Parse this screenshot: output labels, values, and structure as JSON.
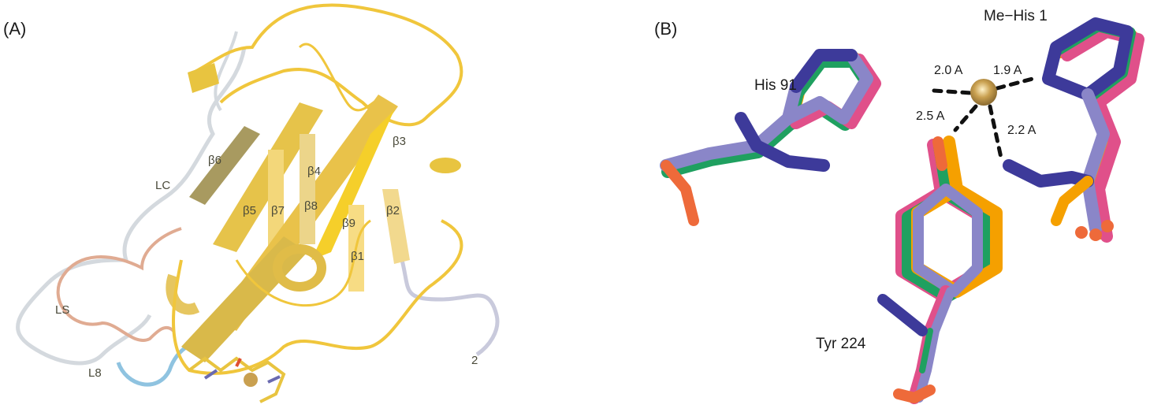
{
  "panel_a": {
    "label": "(A)",
    "strand_labels": [
      "β1",
      "β2",
      "β3",
      "β4",
      "β5",
      "β6",
      "β7",
      "β8",
      "β9"
    ],
    "loop_labels": {
      "lc": "LC",
      "ls": "LS",
      "l8": "L8"
    },
    "cut_label": "2"
  },
  "panel_b": {
    "label": "(B)",
    "residues": {
      "his91": "His 91",
      "mehis1": "Me−His 1",
      "tyr224": "Tyr 224"
    },
    "distances": {
      "d1": "2.0 A",
      "d2": "1.9 A",
      "d3": "2.5 A",
      "d4": "2.2 A"
    }
  },
  "colors": {
    "strand": "#f2cc4a",
    "strand_dark": "#a89a60",
    "loop_lc": "#d8dde2",
    "loop_ls": "#e0a890",
    "loop_l8": "#8fc3e0",
    "metal": "#c9a050",
    "model_blue": "#3d3a9a",
    "model_lavender": "#8a86c8",
    "model_pink": "#e0508a",
    "model_green": "#1fa060",
    "model_orange": "#f5a000",
    "oxygen": "#ee6a3a"
  }
}
